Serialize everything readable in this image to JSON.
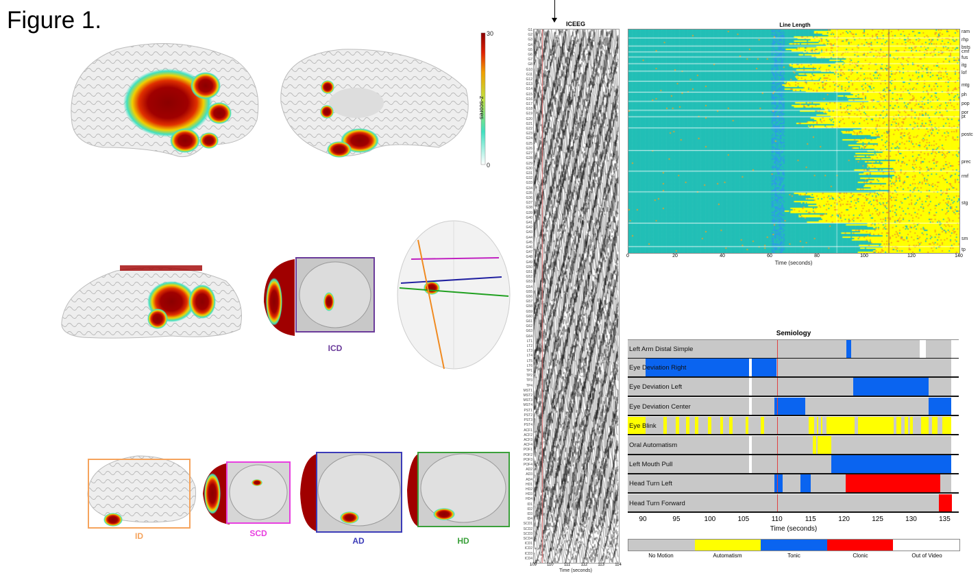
{
  "figure_title": "Figure 1.",
  "colorbar": {
    "max_label": "30",
    "min_label": "0",
    "axis_label": "z-scores"
  },
  "brain_panels": {
    "icd": "ICD",
    "id": "ID",
    "scd": "SCD",
    "ad": "AD",
    "hd": "HD"
  },
  "colors": {
    "id": "#f5a35c",
    "scd": "#e83fe0",
    "ad": "#3b3bb8",
    "hd": "#3aa03a",
    "icd": "#6a3a9a",
    "axial_orange": "#f08a20",
    "axial_magenta": "#c020c0",
    "axial_blue": "#2020a0",
    "axial_green": "#20a020"
  },
  "iceeg": {
    "title": "ICEEG",
    "xlabel": "Time (seconds)",
    "xticks": [
      "109",
      "110",
      "111",
      "112",
      "113",
      "114"
    ],
    "marker_time": 109.5,
    "channels": [
      "G1",
      "G2",
      "G3",
      "G4",
      "G5",
      "G6",
      "G7",
      "G8",
      "G10",
      "G11",
      "G12",
      "G13",
      "G14",
      "G15",
      "G16",
      "G17",
      "G18",
      "G19",
      "G20",
      "G21",
      "G22",
      "G23",
      "G24",
      "G25",
      "G26",
      "G27",
      "G28",
      "G29",
      "G30",
      "G31",
      "G32",
      "G33",
      "G34",
      "G35",
      "G36",
      "G37",
      "G38",
      "G39",
      "G40",
      "G41",
      "G42",
      "G43",
      "G44",
      "G45",
      "G46",
      "G47",
      "G48",
      "G49",
      "G50",
      "G51",
      "G52",
      "G53",
      "G54",
      "G55",
      "G56",
      "G57",
      "G58",
      "G59",
      "G60",
      "G61",
      "G62",
      "G63",
      "G64",
      "LT1",
      "LT2",
      "LT3",
      "LT4",
      "LT5",
      "LT6",
      "TP1",
      "TP2",
      "TP3",
      "TP4",
      "MST1",
      "MST2",
      "MST3",
      "MST4",
      "PST1",
      "PST2",
      "PST3",
      "PST4",
      "ACF1",
      "ACF2",
      "ACF3",
      "ACF4",
      "POF1",
      "POF2",
      "POF3",
      "POF4",
      "AD2",
      "AD3",
      "AD4",
      "HD1",
      "HD2",
      "HD3",
      "HD4",
      "ID1",
      "ID2",
      "ID3",
      "ID4",
      "SCD1",
      "SCD2",
      "SCD3",
      "SCD4",
      "ICD1",
      "ICD2",
      "ICD3",
      "ICD4"
    ]
  },
  "chart_data": [
    {
      "type": "heatmap",
      "title": "Line Length",
      "xlabel": "Time (seconds)",
      "xlim": [
        0,
        140
      ],
      "xticks": [
        "0",
        "20",
        "40",
        "60",
        "80",
        "100",
        "120",
        "140"
      ],
      "row_groups": [
        "ram",
        "rhp",
        "bsts",
        "cmf",
        "fus",
        "itg",
        "lof",
        "mtg",
        "ph",
        "pop",
        "por",
        "pt",
        "postc",
        "prec",
        "rmf",
        "stg",
        "sm",
        "tp"
      ],
      "approx_onset_seconds": [
        75,
        72,
        70,
        70,
        80,
        72,
        75,
        70,
        90,
        72,
        75,
        75,
        95,
        100,
        100,
        70,
        95,
        100
      ],
      "colors": {
        "low": "#22bfb6",
        "high": "#ffff00",
        "mid": "#f0a020",
        "early": "#2a9fe0"
      },
      "marker_time": 110
    },
    {
      "type": "table",
      "title": "Semiology",
      "xlabel": "Time (seconds)",
      "xlim": [
        87.75,
        137.1
      ],
      "xticks": [
        90,
        95,
        100,
        105,
        110,
        115,
        120,
        125,
        130,
        135
      ],
      "marker_time": 110,
      "legend": [
        {
          "label": "No Motion",
          "color": "#c8c8c8"
        },
        {
          "label": "Automatism",
          "color": "#ffff00"
        },
        {
          "label": "Tonic",
          "color": "#0a64f0"
        },
        {
          "label": "Clonic",
          "color": "#ff0000"
        },
        {
          "label": "Out of Video",
          "color": "#ffffff"
        }
      ],
      "rows": [
        {
          "label": "Left Arm Distal Simple",
          "segments": [
            [
              "Tonic",
              120.3,
              121.1
            ],
            [
              "Out of Video",
              131.3,
              132.2
            ],
            [
              "Out of Video",
              136.0,
              137.1
            ]
          ]
        },
        {
          "label": "Eye Deviation Right",
          "segments": [
            [
              "Tonic",
              90.4,
              105.8
            ],
            [
              "Out of Video",
              105.8,
              106.2
            ],
            [
              "Tonic",
              106.2,
              109.9
            ],
            [
              "Out of Video",
              136.0,
              137.1
            ]
          ]
        },
        {
          "label": "Eye Deviation Left",
          "segments": [
            [
              "Out of Video",
              105.8,
              106.2
            ],
            [
              "Tonic",
              121.4,
              132.6
            ],
            [
              "Out of Video",
              136.0,
              137.1
            ]
          ]
        },
        {
          "label": "Eye Deviation Center",
          "segments": [
            [
              "Out of Video",
              105.8,
              106.2
            ],
            [
              "Tonic",
              109.6,
              114.2
            ],
            [
              "Tonic",
              132.6,
              136.0
            ],
            [
              "Out of Video",
              136.0,
              137.1
            ]
          ]
        },
        {
          "label": "Eye Blink",
          "segments": [
            [
              "Automatism",
              87.75,
              90.4
            ],
            [
              "Automatism",
              93.1,
              93.6
            ],
            [
              "Automatism",
              94.9,
              95.4
            ],
            [
              "Automatism",
              96.4,
              96.9
            ],
            [
              "Automatism",
              97.8,
              98.3
            ],
            [
              "Automatism",
              99.7,
              100.2
            ],
            [
              "Automatism",
              101.5,
              102.0
            ],
            [
              "Automatism",
              102.9,
              103.4
            ],
            [
              "Automatism",
              105.3,
              105.7
            ],
            [
              "Automatism",
              107.6,
              108.1
            ],
            [
              "Automatism",
              114.7,
              115.5
            ],
            [
              "Automatism",
              115.9,
              116.2
            ],
            [
              "Automatism",
              116.6,
              116.8
            ],
            [
              "Automatism",
              117.4,
              121.6
            ],
            [
              "Automatism",
              122.1,
              127.4
            ],
            [
              "Automatism",
              127.8,
              128.5
            ],
            [
              "Automatism",
              129.0,
              129.5
            ],
            [
              "Automatism",
              129.8,
              130.3
            ],
            [
              "Automatism",
              131.5,
              132.6
            ],
            [
              "Automatism",
              133.1,
              133.9
            ],
            [
              "Automatism",
              134.6,
              136.0
            ],
            [
              "Out of Video",
              136.0,
              137.1
            ]
          ]
        },
        {
          "label": "Oral Automatism",
          "segments": [
            [
              "Out of Video",
              105.8,
              106.2
            ],
            [
              "Automatism",
              115.3,
              115.9
            ],
            [
              "Automatism",
              116.1,
              118.1
            ],
            [
              "Out of Video",
              136.0,
              137.1
            ]
          ]
        },
        {
          "label": "Left Mouth Pull",
          "segments": [
            [
              "Out of Video",
              105.8,
              106.2
            ],
            [
              "Tonic",
              118.1,
              136.0
            ],
            [
              "Out of Video",
              136.0,
              137.1
            ]
          ]
        },
        {
          "label": "Head Turn Left",
          "segments": [
            [
              "Tonic",
              109.6,
              110.8
            ],
            [
              "Tonic",
              113.5,
              115.0
            ],
            [
              "Clonic",
              120.2,
              134.3
            ],
            [
              "Out of Video",
              136.0,
              137.1
            ]
          ]
        },
        {
          "label": "Head Turn Forward",
          "segments": [
            [
              "Clonic",
              134.1,
              136.1
            ],
            [
              "Out of Video",
              136.1,
              137.1
            ]
          ]
        }
      ]
    }
  ]
}
